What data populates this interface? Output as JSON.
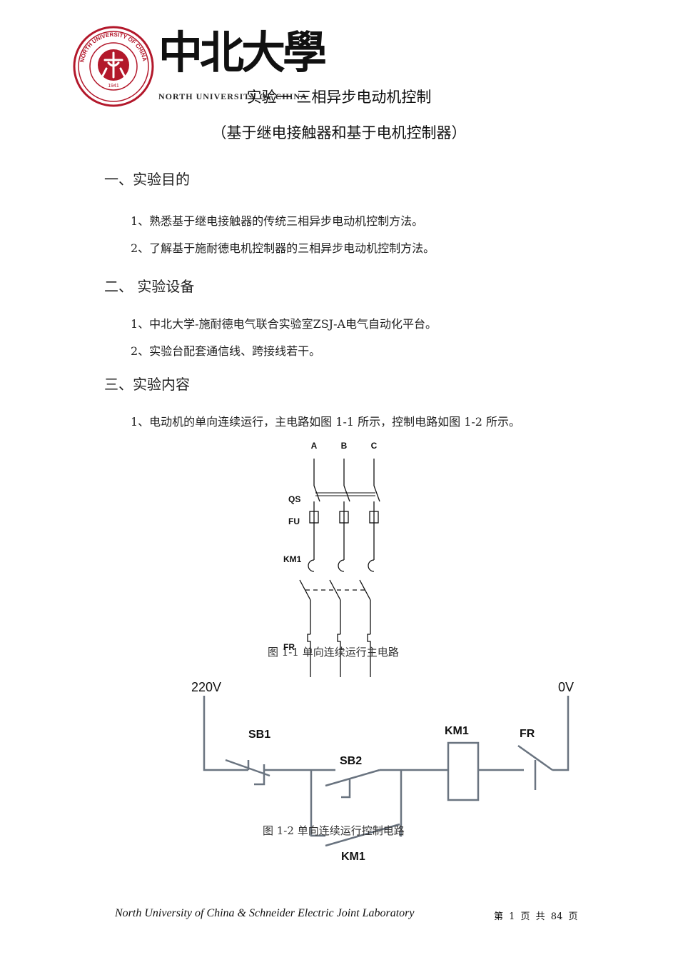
{
  "header": {
    "logo_chars": "中北大學",
    "logo_en": "NORTH UNIVERSITY OF CHINA",
    "seal_ring_text": "NORTH UNIVERSITY OF CHINA",
    "seal_year": "1941",
    "brand_color": "#b3182b"
  },
  "document": {
    "title": "实验一  三相异步电动机控制",
    "subtitle": "（基于继电接触器和基于电机控制器）",
    "sections": [
      {
        "heading": "一、实验目的",
        "items": [
          "1、熟悉基于继电接触器的传统三相异步电动机控制方法。",
          "2、了解基于施耐德电机控制器的三相异步电动机控制方法。"
        ]
      },
      {
        "heading": "二、 实验设备",
        "items": [
          "1、中北大学-施耐德电气联合实验室ZSJ-A电气自动化平台。",
          "2、实验台配套通信线、跨接线若干。"
        ]
      },
      {
        "heading": "三、实验内容",
        "items": [
          "1、电动机的单向连续运行，主电路如图 1-1 所示，控制电路如图 1-2 所示。"
        ]
      }
    ]
  },
  "figure1": {
    "phases": [
      "A",
      "B",
      "C"
    ],
    "labels": {
      "switch": "QS",
      "fuse": "FU",
      "contactor": "KM1",
      "relay": "FR"
    },
    "caption": "图 1-1  单向连续运行主电路"
  },
  "figure2": {
    "supply_left": "220V",
    "supply_right": "0V",
    "labels": {
      "stop": "SB1",
      "start": "SB2",
      "coil": "KM1",
      "relay": "FR",
      "aux_contact": "KM1"
    },
    "caption": "图 1-2  单向连续运行控制电路"
  },
  "footer": {
    "lab": "North University of China & Schneider Electric Joint Laboratory",
    "page": "第 1 页 共 84 页"
  }
}
